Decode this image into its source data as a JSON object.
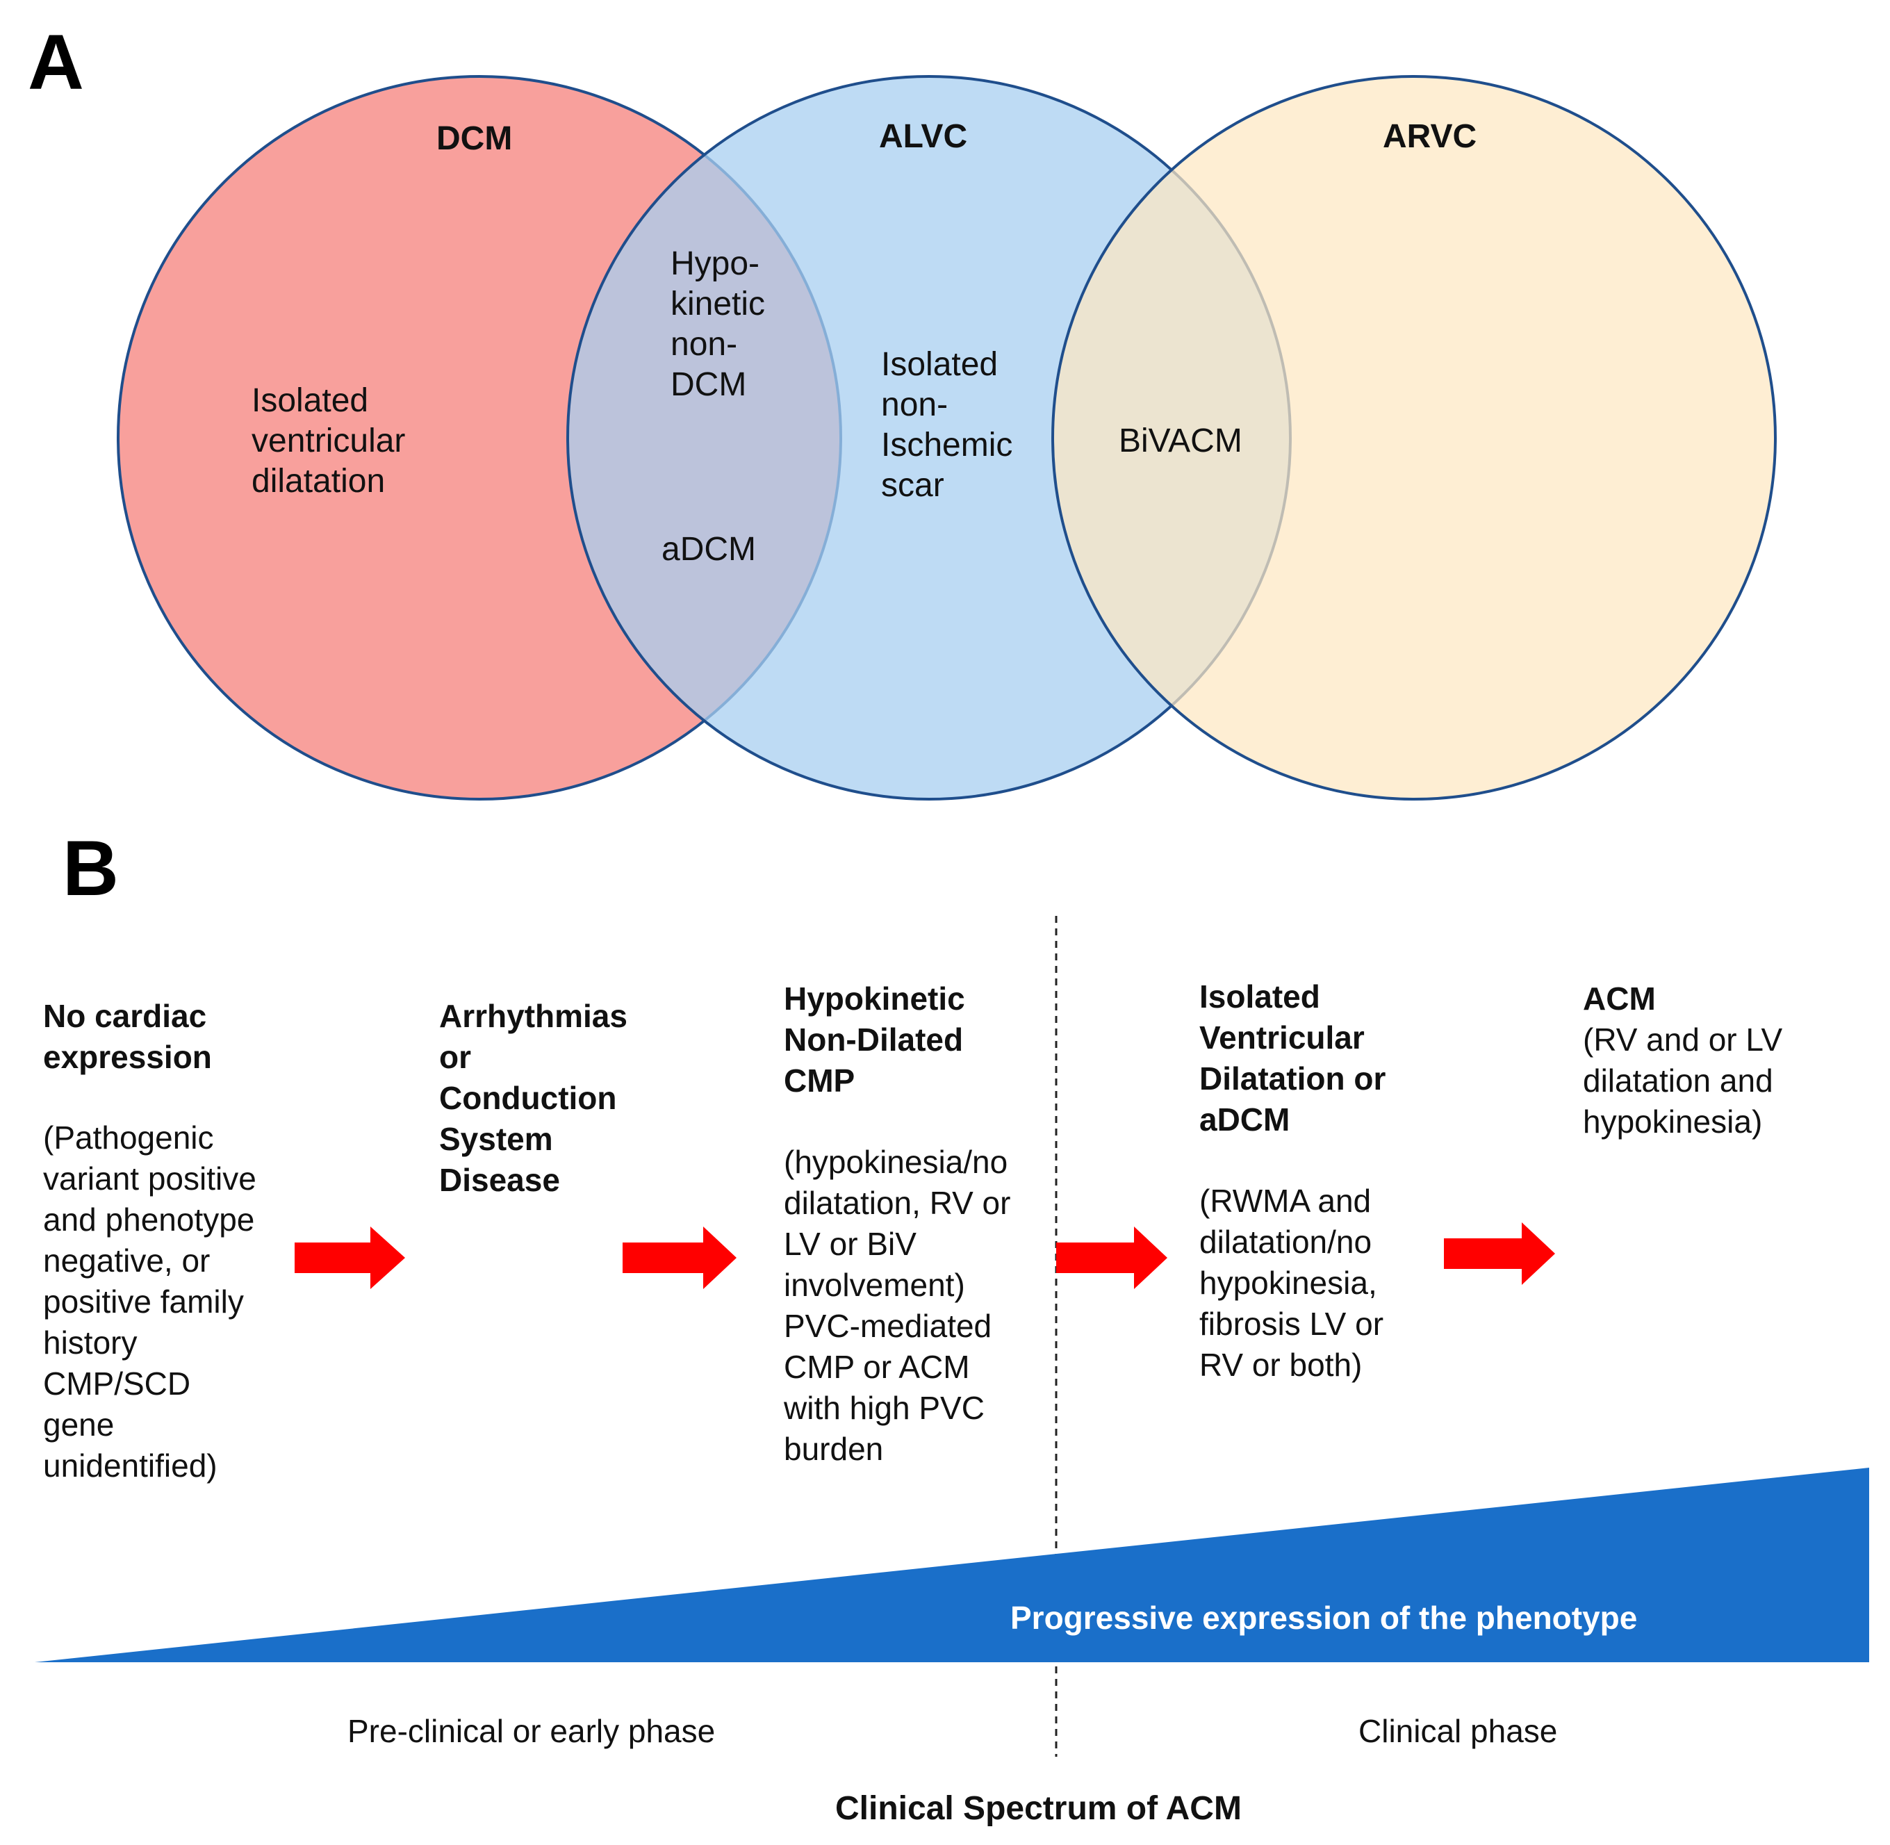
{
  "panel_a": {
    "label": "A",
    "circles": [
      {
        "title": "DCM",
        "fill": "#f8a09c"
      },
      {
        "title": "ALVC",
        "fill": "#a8cff0"
      },
      {
        "title": "ARVC",
        "fill": "#fde7c2"
      }
    ],
    "stroke_color": "#1f4e8c",
    "regions": {
      "dcm_only": [
        "Isolated",
        "ventricular",
        "dilatation"
      ],
      "dcm_alvc_top": [
        "Hypo-",
        "kinetic",
        "non-",
        "DCM"
      ],
      "dcm_alvc_bottom": [
        "aDCM"
      ],
      "alvc_only": [
        "Isolated",
        "non-",
        "Ischemic",
        "scar"
      ],
      "alvc_arvc": [
        "BiVACM"
      ]
    }
  },
  "panel_b": {
    "label": "B",
    "arrow_color": "#ff0000",
    "wedge_color": "#1a6fc9",
    "stages": [
      {
        "title": [
          "No cardiac",
          "expression"
        ],
        "description": [
          "(Pathogenic",
          "variant positive",
          "and phenotype",
          "negative, or",
          "positive family",
          "history",
          "CMP/SCD",
          "gene",
          "unidentified)"
        ]
      },
      {
        "title": [
          "Arrhythmias",
          "or",
          "Conduction",
          "System",
          "Disease"
        ],
        "description": []
      },
      {
        "title": [
          "Hypokinetic",
          "Non-Dilated",
          "CMP"
        ],
        "description": [
          "(hypokinesia/no",
          "dilatation, RV or",
          "LV or BiV",
          "involvement)",
          "PVC-mediated",
          "CMP or ACM",
          "with high PVC",
          "burden"
        ]
      },
      {
        "title": [
          "Isolated",
          "Ventricular",
          "Dilatation or",
          "aDCM"
        ],
        "description": [
          "(RWMA and",
          "dilatation/no",
          "hypokinesia,",
          "fibrosis LV or",
          "RV or both)"
        ]
      },
      {
        "title": [
          "ACM"
        ],
        "description": [
          "(RV and or LV",
          "dilatation and",
          "hypokinesia)"
        ]
      }
    ],
    "wedge_label": "Progressive expression of the  phenotype",
    "phase_left": "Pre-clinical or early phase",
    "phase_right": "Clinical phase",
    "spectrum_label": "Clinical Spectrum of ACM"
  }
}
